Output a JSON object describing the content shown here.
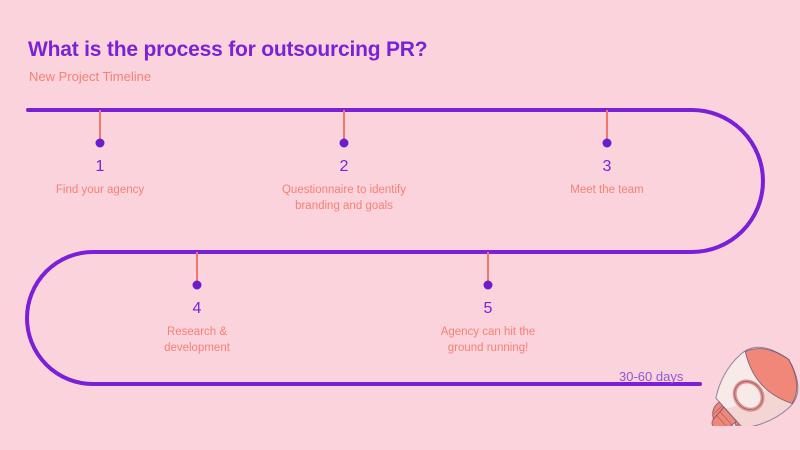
{
  "header": {
    "title": "What is the process for outsourcing PR?",
    "subtitle": "New Project Timeline"
  },
  "colors": {
    "background": "#FBD3DC",
    "track_purple": "#7B20D6",
    "dot_purple": "#6A1ECB",
    "title_purple": "#7B22D6",
    "label_coral": "#F58272",
    "stem_coral": "#F4766B",
    "days_purple": "#8B5BD0",
    "rocket_body": "#F7EAE8",
    "rocket_accent": "#F08778"
  },
  "timeline": {
    "duration_label": "30-60 days",
    "rows": [
      {
        "row": 1,
        "steps": [
          {
            "number": "1",
            "label": "Find your agency"
          },
          {
            "number": "2",
            "label": "Questionnaire to identify\nbranding and goals"
          },
          {
            "number": "3",
            "label": "Meet the team"
          }
        ]
      },
      {
        "row": 2,
        "steps": [
          {
            "number": "4",
            "label": "Research &\ndevelopment"
          },
          {
            "number": "5",
            "label": "Agency can hit the\nground running!"
          }
        ]
      }
    ]
  },
  "icons": {
    "rocket": "rocket-icon"
  }
}
